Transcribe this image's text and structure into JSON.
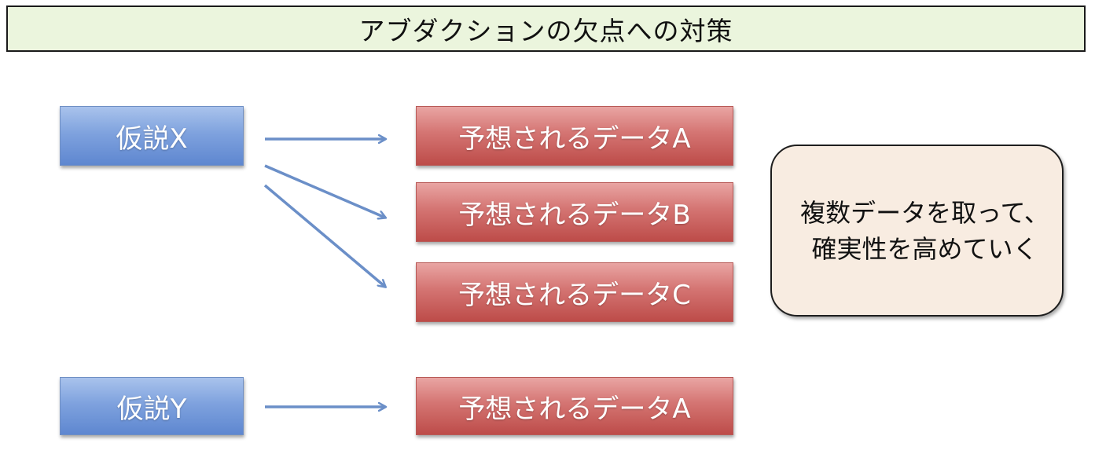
{
  "title": "アブダクションの欠点への対策",
  "hypotheses": [
    {
      "label": "仮説X"
    },
    {
      "label": "仮説Y"
    }
  ],
  "data_boxes": [
    {
      "label": "予想されるデータA"
    },
    {
      "label": "予想されるデータB"
    },
    {
      "label": "予想されるデータC"
    },
    {
      "label": "予想されるデータA"
    }
  ],
  "note": {
    "line1": "複数データを取って、",
    "line2": "確実性を高めていく"
  },
  "colors": {
    "title_bg": "#ebf5dd",
    "hypothesis": "#6f93d6",
    "data": "#cc5f5c",
    "note_bg": "#f8ece1",
    "arrow": "#6b8fc8"
  }
}
